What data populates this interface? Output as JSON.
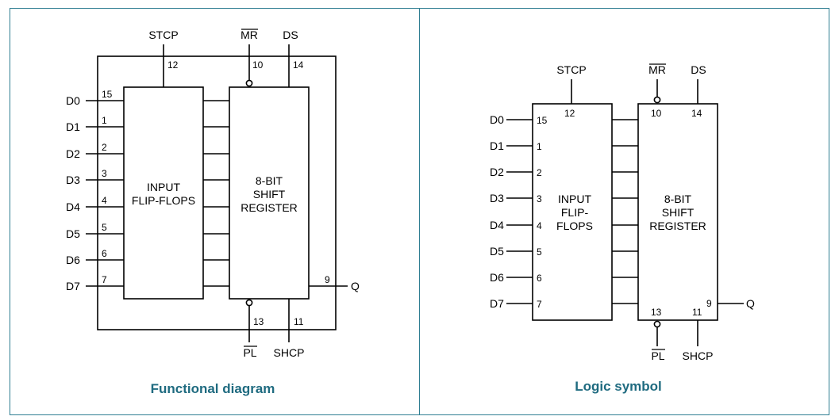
{
  "functional": {
    "caption": "Functional diagram",
    "block_input": [
      "INPUT",
      "FLIP-FLOPS"
    ],
    "block_register": [
      "8-BIT",
      "SHIFT",
      "REGISTER"
    ],
    "signals": {
      "stcp": "STCP",
      "mr": "MR",
      "ds": "DS",
      "pl": "PL",
      "shcp": "SHCP",
      "q": "Q"
    },
    "pins": {
      "stcp": "12",
      "mr": "10",
      "ds": "14",
      "pl": "13",
      "shcp": "11",
      "q": "9"
    },
    "data_inputs": [
      {
        "label": "D0",
        "pin": "15"
      },
      {
        "label": "D1",
        "pin": "1"
      },
      {
        "label": "D2",
        "pin": "2"
      },
      {
        "label": "D3",
        "pin": "3"
      },
      {
        "label": "D4",
        "pin": "4"
      },
      {
        "label": "D5",
        "pin": "5"
      },
      {
        "label": "D6",
        "pin": "6"
      },
      {
        "label": "D7",
        "pin": "7"
      }
    ]
  },
  "logic": {
    "caption": "Logic symbol",
    "block_input": [
      "INPUT",
      "FLIP-",
      "FLOPS"
    ],
    "block_register": [
      "8-BIT",
      "SHIFT",
      "REGISTER"
    ],
    "signals": {
      "stcp": "STCP",
      "mr": "MR",
      "ds": "DS",
      "pl": "PL",
      "shcp": "SHCP",
      "q": "Q"
    },
    "pins": {
      "stcp": "12",
      "mr": "10",
      "ds": "14",
      "pl": "13",
      "shcp": "11",
      "q": "9"
    },
    "data_inputs": [
      {
        "label": "D0",
        "pin": "15"
      },
      {
        "label": "D1",
        "pin": "1"
      },
      {
        "label": "D2",
        "pin": "2"
      },
      {
        "label": "D3",
        "pin": "3"
      },
      {
        "label": "D4",
        "pin": "4"
      },
      {
        "label": "D5",
        "pin": "5"
      },
      {
        "label": "D6",
        "pin": "6"
      },
      {
        "label": "D7",
        "pin": "7"
      }
    ]
  }
}
